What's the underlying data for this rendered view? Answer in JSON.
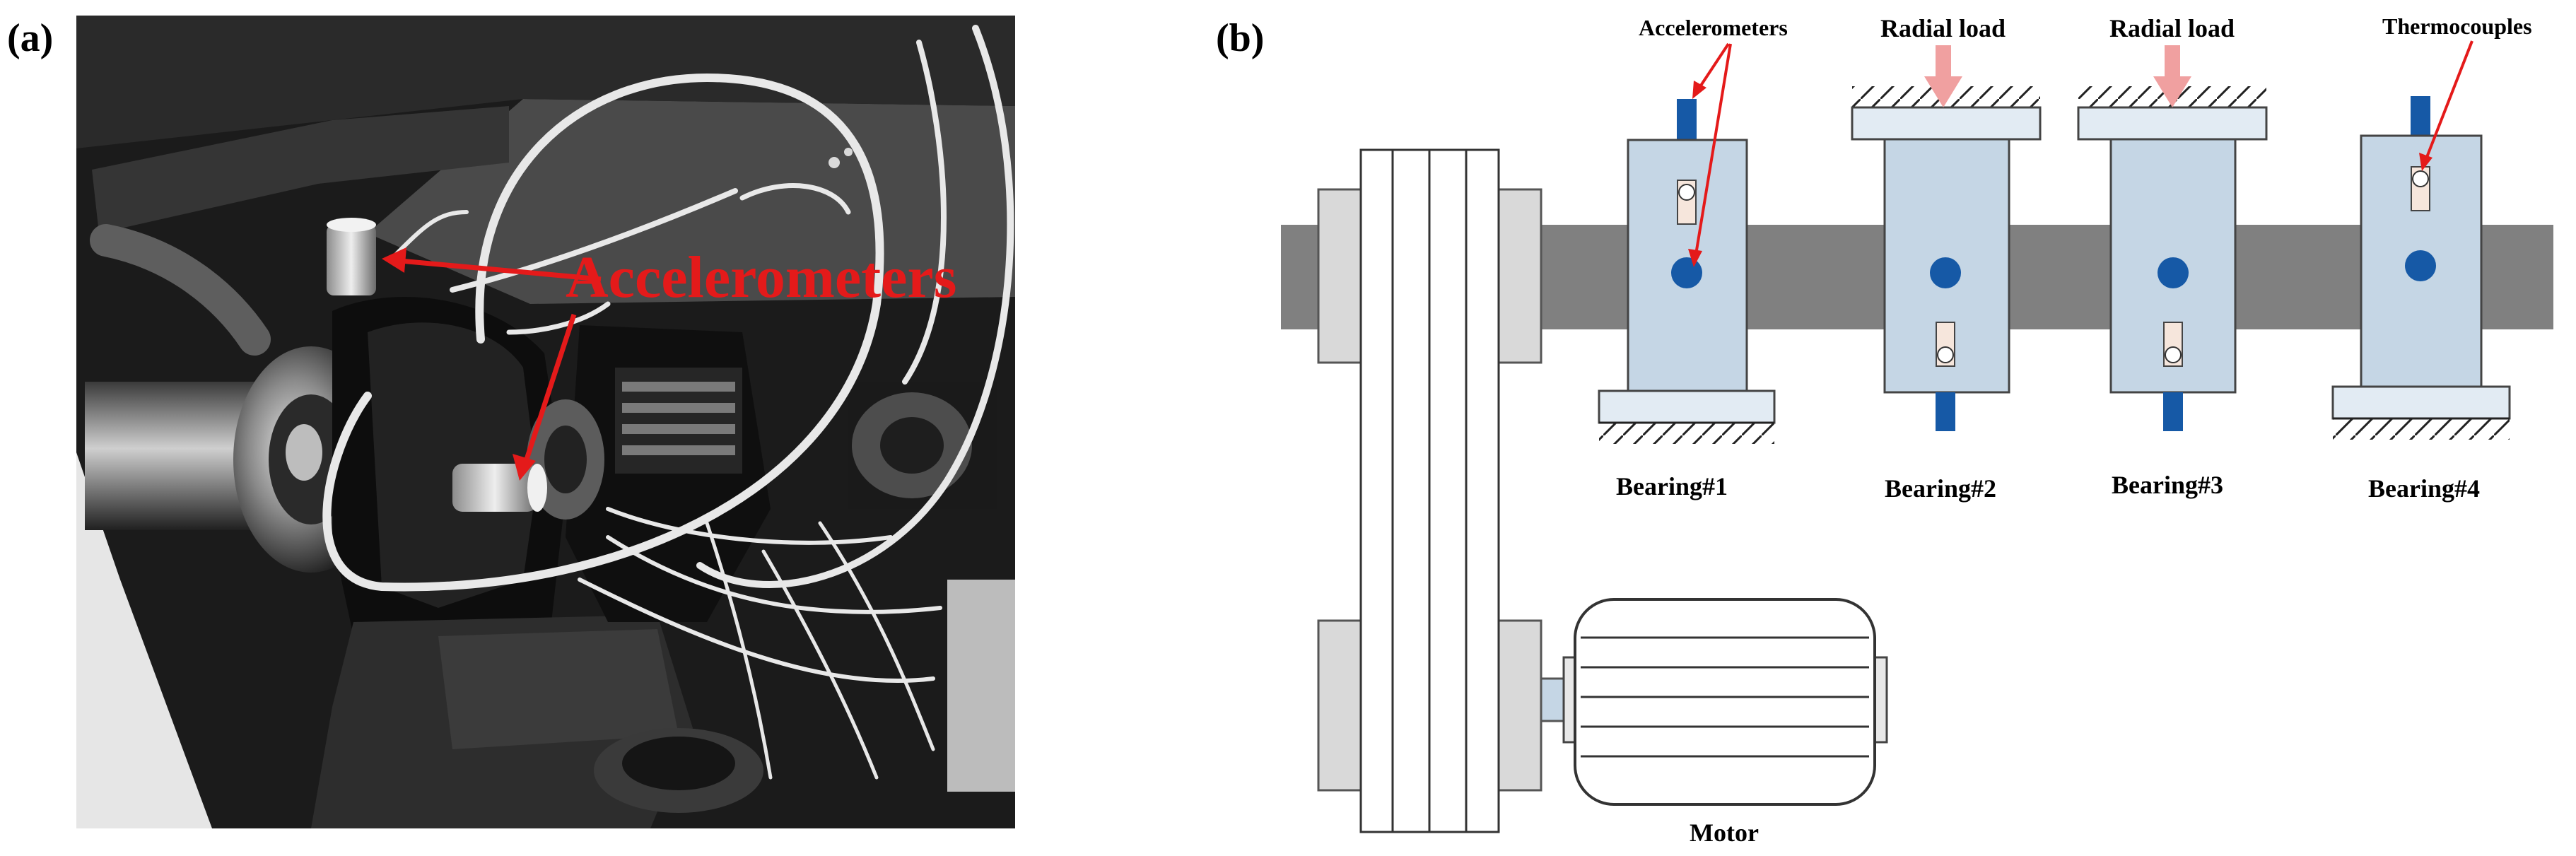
{
  "panels": {
    "a": {
      "letter": "(a)"
    },
    "b": {
      "letter": "(b)"
    }
  },
  "photo": {
    "annotation": "Accelerometers"
  },
  "diagram": {
    "accelerometers_label": "Accelerometers",
    "radial_load_label_1": "Radial load",
    "radial_load_label_2": "Radial load",
    "thermocouples_label": "Thermocouples",
    "bearings": [
      "Bearing#1",
      "Bearing#2",
      "Bearing#3",
      "Bearing#4"
    ],
    "motor_label": "Motor"
  },
  "colors": {
    "annotation_red": "#e41a1a",
    "housing_fill": "#c5d6e5",
    "sensor_blue": "#1659a6",
    "load_arrow": "#f0a0a0",
    "shaft_gray": "#808080",
    "light_gray": "#d9d9d9",
    "thermo_fill": "#f6e6dc"
  }
}
